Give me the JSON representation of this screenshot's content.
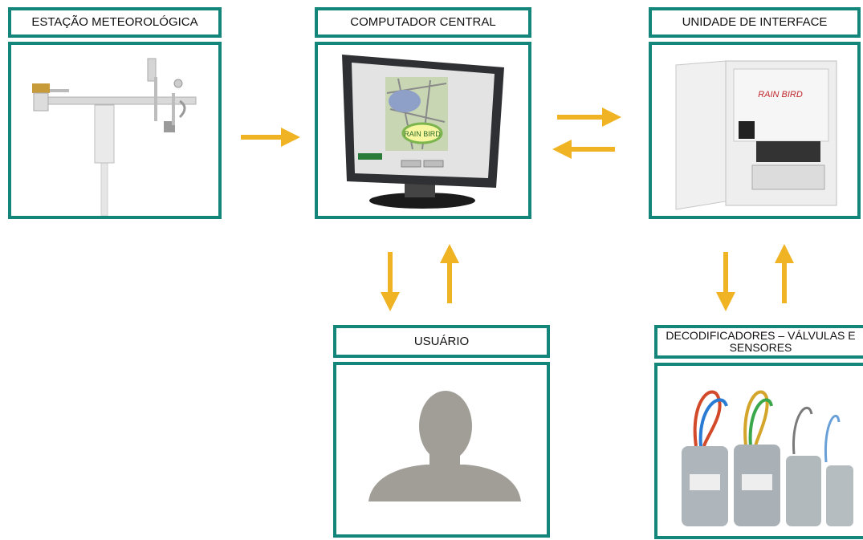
{
  "nodes": {
    "weather_station": {
      "label": "ESTAÇÃO METEOROLÓGICA",
      "icon": "weather-station-icon"
    },
    "central_computer": {
      "label": "COMPUTADOR CENTRAL",
      "icon": "computer-monitor-icon",
      "brand": "RAIN BIRD"
    },
    "interface_unit": {
      "label": "UNIDADE DE INTERFACE",
      "icon": "interface-cabinet-icon",
      "brand": "RAIN BIRD"
    },
    "user": {
      "label": "USUÁRIO",
      "icon": "user-silhouette-icon"
    },
    "decoders": {
      "label": "DECODIFICADORES – VÁLVULAS E SENSORES",
      "icon": "decoders-icon"
    }
  },
  "colors": {
    "border": "#14857a",
    "arrow": "#f0b323",
    "silhouette": "#a19e98"
  }
}
